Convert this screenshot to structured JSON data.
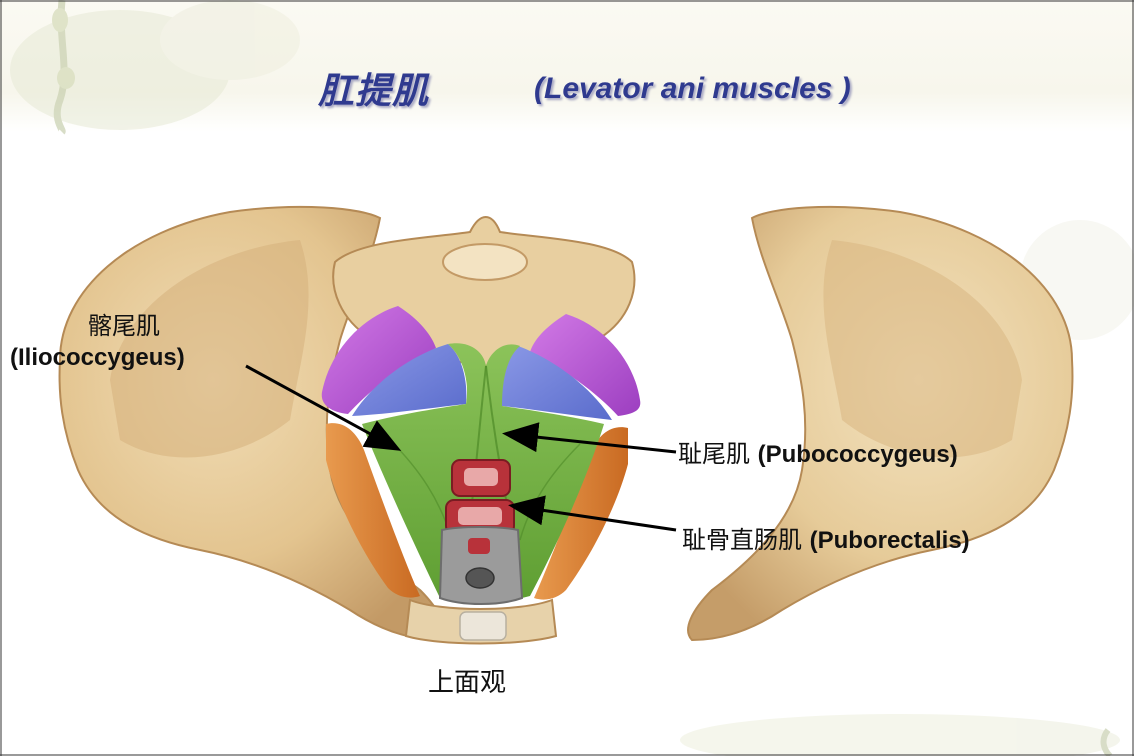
{
  "title": {
    "cn": "肛提肌",
    "en": "(Levator ani muscles )"
  },
  "labels": {
    "iliococcygeus_cn": "髂尾肌",
    "iliococcygeus_en": "(Iliococcygeus)",
    "pubococcygeus_cn": "耻尾肌",
    "pubococcygeus_en": "(Pubococcygeus)",
    "puborectalis_cn": "耻骨直肠肌",
    "puborectalis_en": "(Puborectalis)",
    "view": "上面观"
  },
  "colors": {
    "title": "#2f3a8f",
    "bone": "#e4c89a",
    "muscle_green": "#6fae3c",
    "muscle_blue": "#6d7fd6",
    "muscle_purple": "#b44fd0",
    "muscle_orange": "#d9792c",
    "rectum": "#b8323a"
  }
}
